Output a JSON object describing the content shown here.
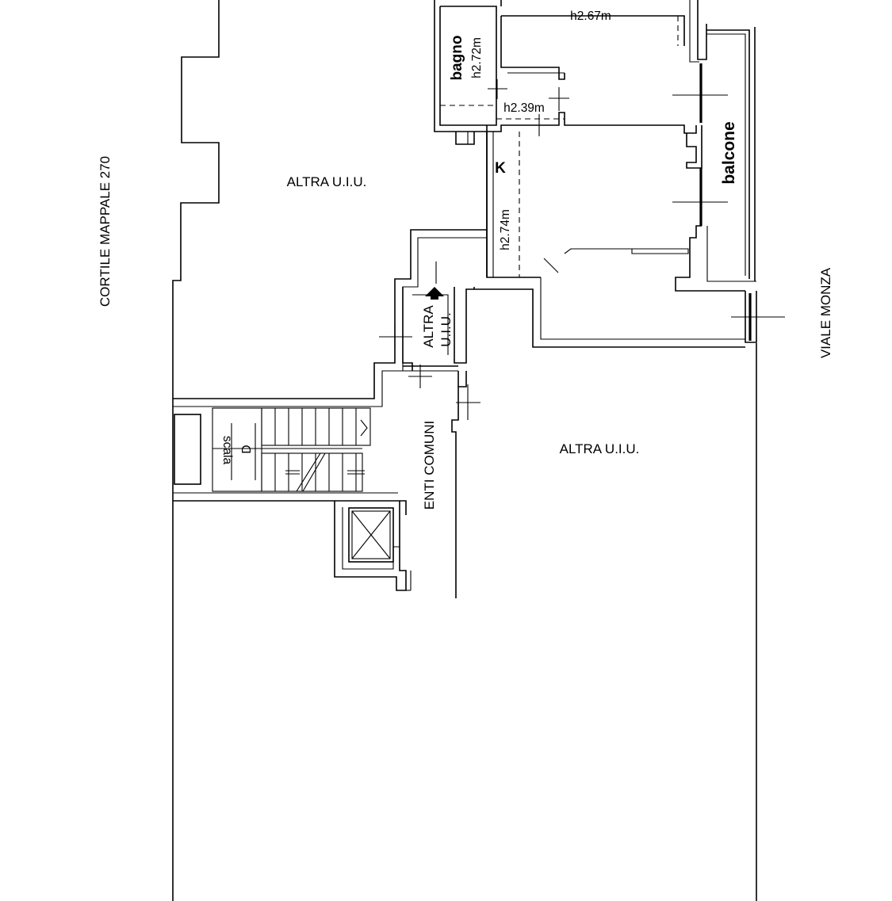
{
  "labels": {
    "cortile": "CORTILE MAPPALE 270",
    "viale": "VIALE MONZA",
    "altra_top": "ALTRA U.I.U.",
    "altra_right": "ALTRA U.I.U.",
    "altra_small_1": "ALTRA",
    "altra_small_2": "U.I.U.",
    "enti_comuni": "ENTI COMUNI",
    "scala": "scala",
    "scala_letter": "D",
    "bagno": "bagno",
    "bagno_height": "h2.72m",
    "room_top_height": "h2.67m",
    "corridor_height": "h2.39m",
    "kitchen": "K",
    "kitchen_height": "h2.74m",
    "balcone": "balcone"
  }
}
